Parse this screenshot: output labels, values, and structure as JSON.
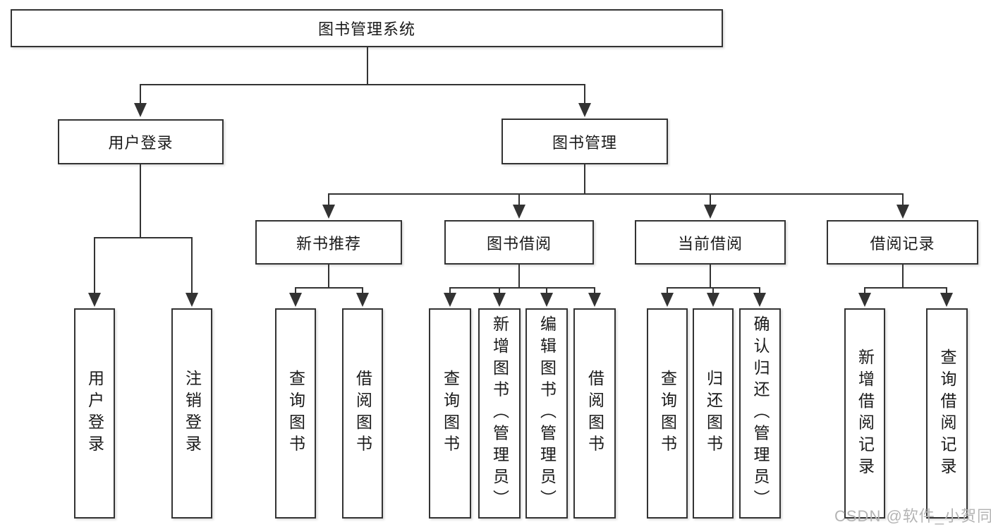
{
  "diagram": {
    "root": {
      "label": "图书管理系统"
    },
    "level2": [
      {
        "label": "用户登录"
      },
      {
        "label": "图书管理"
      }
    ],
    "level3": [
      {
        "label": "新书推荐"
      },
      {
        "label": "图书借阅"
      },
      {
        "label": "当前借阅"
      },
      {
        "label": "借阅记录"
      }
    ],
    "leaves": {
      "user": [
        "用户登录",
        "注销登录"
      ],
      "recommend": [
        "查询图书",
        "借阅图书"
      ],
      "borrow": [
        "查询图书",
        "新增图书（管理员）",
        "编辑图书（管理员）",
        "借阅图书"
      ],
      "current": [
        "查询图书",
        "归还图书",
        "确认归还（管理员）"
      ],
      "records": [
        "新增借阅记录",
        "查询借阅记录"
      ]
    }
  },
  "watermark": {
    "text": "CSDN @软件_小贺同学"
  },
  "colors": {
    "line": "#333333",
    "border": "#333333",
    "text": "#1a1a1a",
    "background": "#ffffff",
    "watermark": "#b4b4b4"
  }
}
